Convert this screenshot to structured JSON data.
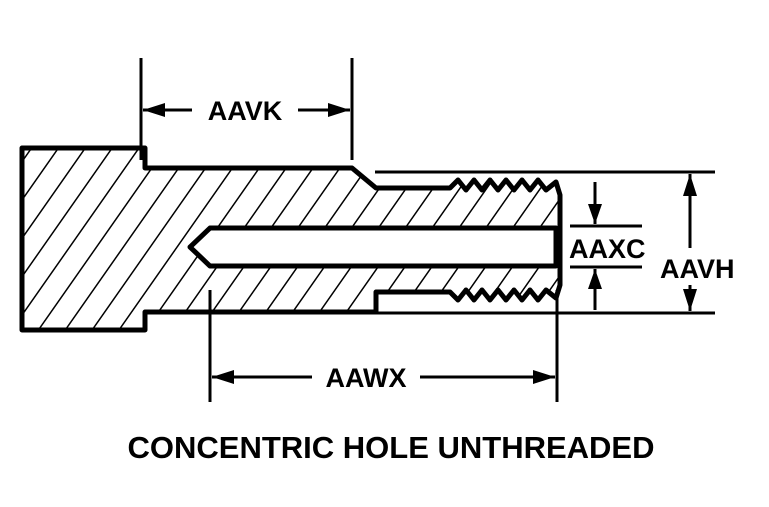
{
  "diagram": {
    "title": "CONCENTRIC HOLE UNTHREADED",
    "dimensions": {
      "head_length": "AAVK",
      "bore_depth": "AAWX",
      "bore_diameter": "AAXC",
      "thread_diameter": "AAVH"
    },
    "colors": {
      "ink": "#000000",
      "background": "#ffffff"
    }
  }
}
